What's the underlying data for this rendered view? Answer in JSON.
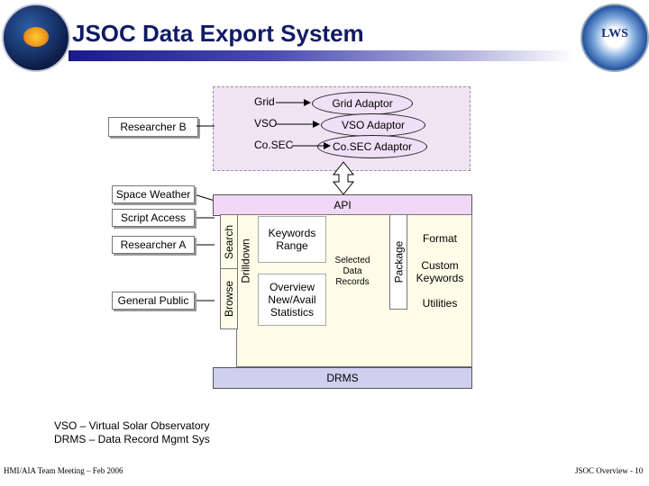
{
  "title": "JSOC Data Export System",
  "logos": {
    "left": "solar-dynamics-observatory-logo",
    "right": "lws-logo",
    "right_text": "LWS"
  },
  "virtual_observatories": {
    "researcher_b": "Researcher B",
    "rows": [
      {
        "label": "Grid",
        "adaptor": "Grid Adaptor"
      },
      {
        "label": "VSO",
        "adaptor": "VSO Adaptor"
      },
      {
        "label": "Co.SEC",
        "adaptor": "Co.SEC Adaptor"
      }
    ]
  },
  "users": [
    "Space Weather",
    "Script Access",
    "Researcher A",
    "General Public"
  ],
  "api": "API",
  "tabs": {
    "search": "Search",
    "browse": "Browse",
    "drilldown": "Drilldown",
    "package": "Package"
  },
  "queries": {
    "keywords_range": "Keywords Range",
    "overview_stats": "Overview New/Avail Statistics",
    "selected_records": "Selected Data Records"
  },
  "outputs": [
    "Format",
    "Custom Keywords",
    "Utilities"
  ],
  "drms": "DRMS",
  "notes": [
    "VSO – Virtual Solar Observatory",
    "DRMS – Data Record Mgmt Sys"
  ],
  "footer": {
    "left": "HMI/AIA Team Meeting – Feb 2006",
    "right": "JSOC Overview - 10"
  },
  "colors": {
    "title": "#111a66",
    "api_bar": "#f0d8f6",
    "vo_panel": "#f0e4f4",
    "main_panel": "#fffde8",
    "drms_bar": "#cfd0ef"
  }
}
